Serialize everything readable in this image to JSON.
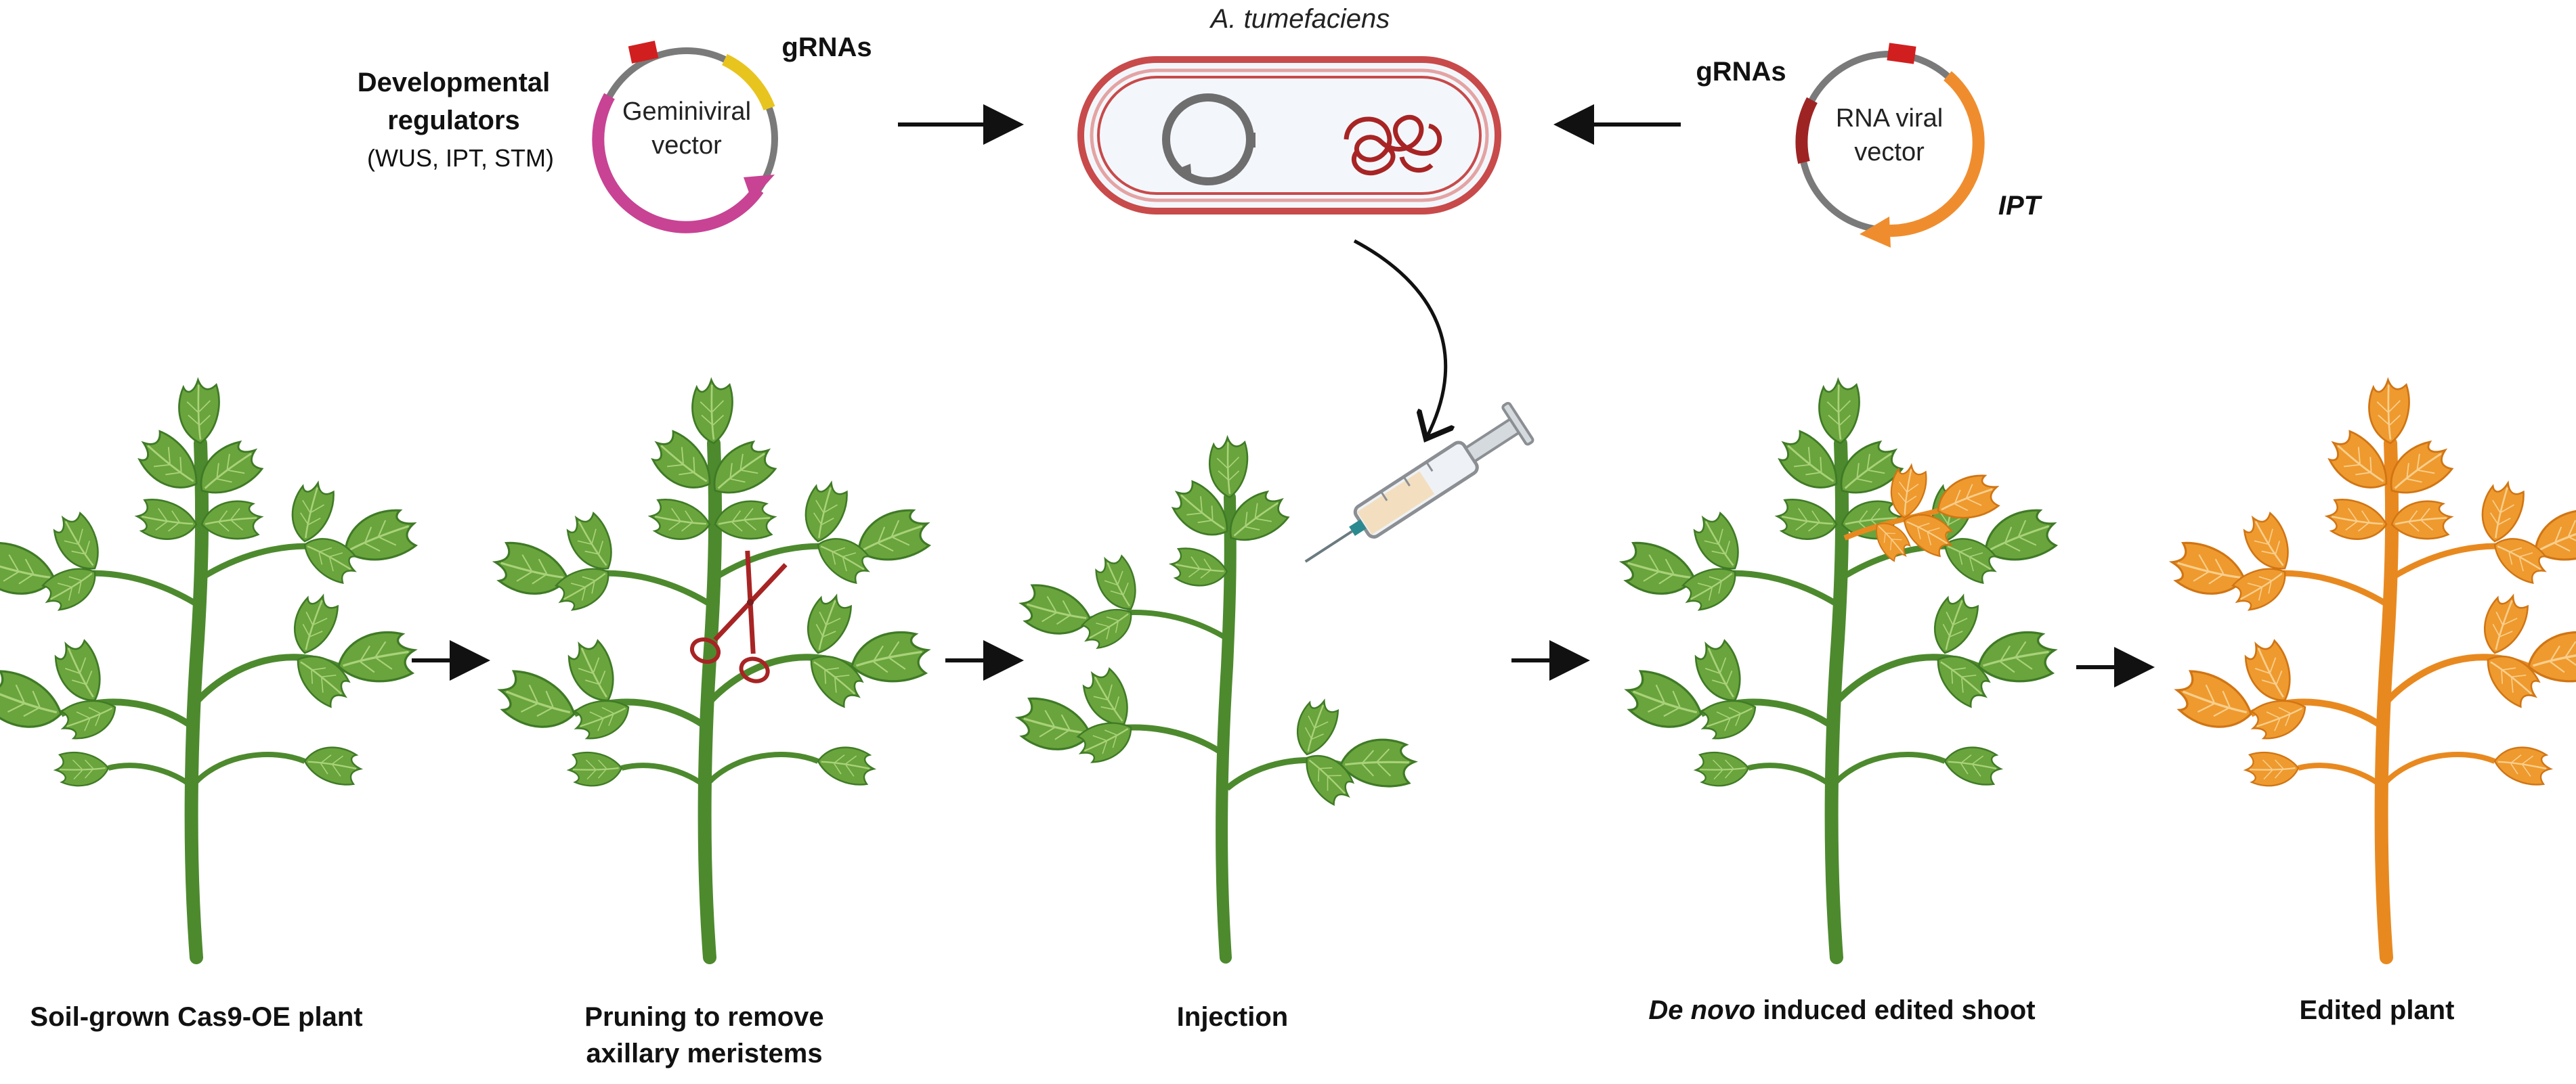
{
  "geminiviral": {
    "title_line1": "Geminiviral",
    "title_line2": "vector",
    "grnas": "gRNAs",
    "regulators_line1": "Developmental",
    "regulators_line2": "regulators",
    "regulators_genes": "(WUS, IPT, STM)"
  },
  "bacterium": {
    "name": "A. tumefaciens"
  },
  "rna_vector": {
    "title_line1": "RNA viral",
    "title_line2": "vector",
    "grnas": "gRNAs",
    "gene": "IPT"
  },
  "steps": [
    {
      "line1": "Soil-grown Cas9-OE plant",
      "line2": ""
    },
    {
      "line1": "Pruning to remove",
      "line2": "axillary meristems"
    },
    {
      "line1": "Injection",
      "line2": ""
    },
    {
      "line1_italic": "De novo",
      "line1_rest": " induced edited shoot"
    },
    {
      "line1": "Edited plant"
    }
  ],
  "colors": {
    "plant_green": "#6aa43c",
    "plant_green_dark": "#3f7a26",
    "stem_green": "#4d8a2e",
    "edited_orange": "#ef9a2e",
    "edited_orange_dark": "#d07514",
    "magenta": "#c84394",
    "yellow": "#e8c41e",
    "red_mark": "#d11f1f",
    "dark_red": "#9e2424",
    "rna_orange": "#ef8d2e",
    "cell_border": "#c84a4a",
    "cell_fill": "#f3f7fb",
    "vector_gray": "#7a7a7a"
  }
}
